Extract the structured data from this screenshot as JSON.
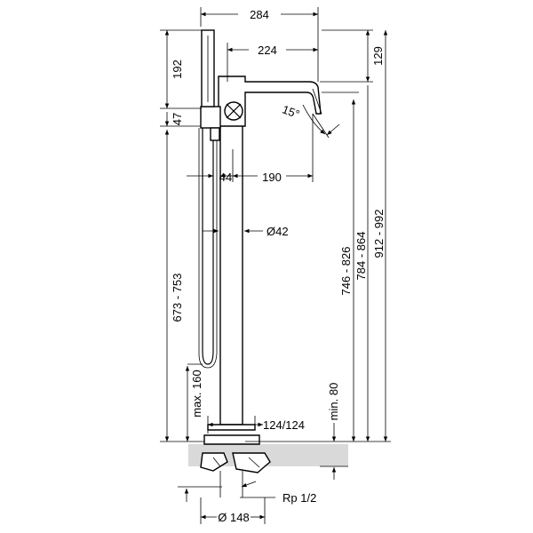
{
  "drawing": {
    "dimensions": {
      "top_width": "284",
      "spout_reach": "224",
      "spout_height": "129",
      "hand_shower_length": "192",
      "holder_height": "47",
      "angle": "15°",
      "hose_offset": "44",
      "spout_offset": "190",
      "pipe_diameter": "Ø42",
      "height_lower": "673 - 753",
      "floor_clearance": "max. 160",
      "min_80": "min. 80",
      "base_widths": "124/124",
      "height_spout_low": "746 - 826",
      "height_spout_high": "784 - 864",
      "total_height": "912 - 992",
      "thread": "Rp 1/2",
      "base_diameter": "Ø 148"
    },
    "colors": {
      "line": "#000000",
      "floor_hatch": "#d9d9d9"
    }
  }
}
